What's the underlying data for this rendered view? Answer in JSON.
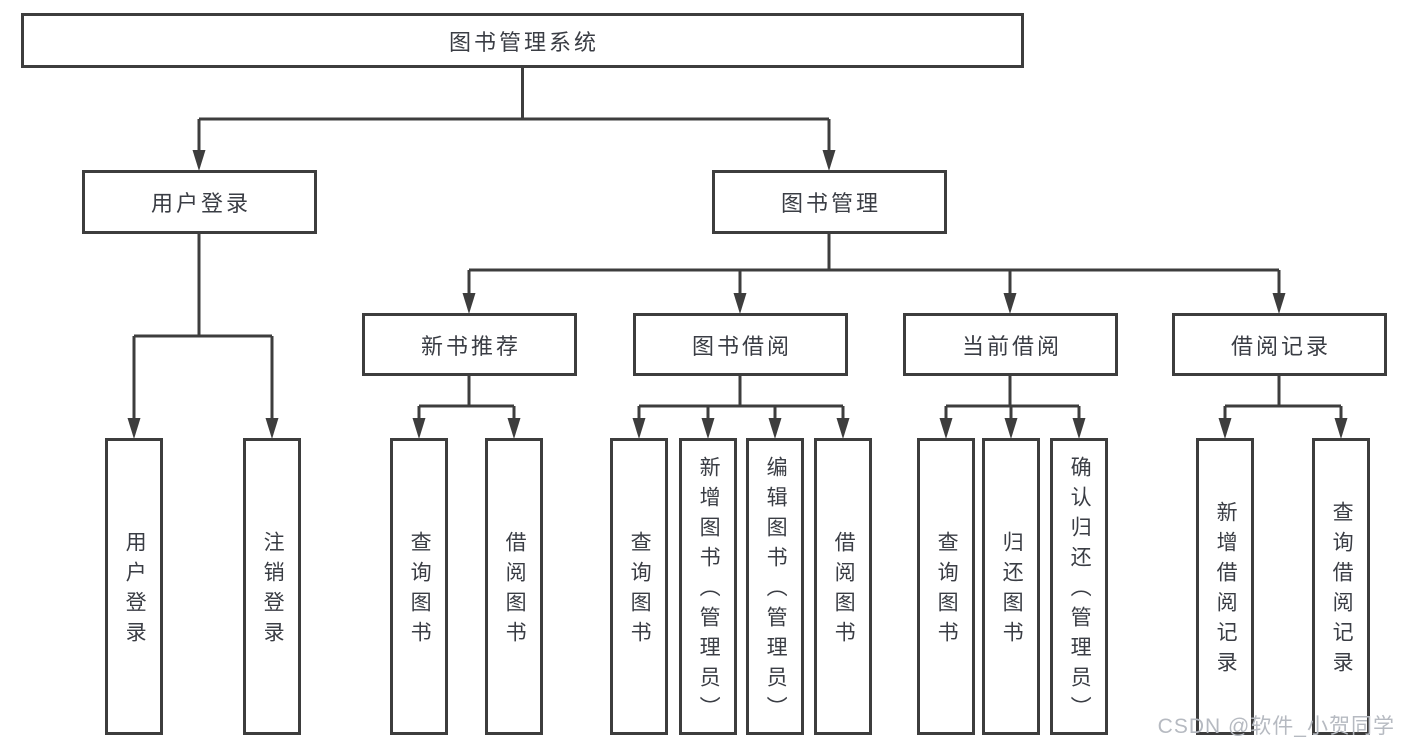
{
  "diagram_type": "hierarchy-tree",
  "tree": {
    "label": "图书管理系统",
    "children": [
      {
        "label": "用户登录",
        "children": [
          {
            "label": "用户登录"
          },
          {
            "label": "注销登录"
          }
        ]
      },
      {
        "label": "图书管理",
        "children": [
          {
            "label": "新书推荐",
            "children": [
              {
                "label": "查询图书"
              },
              {
                "label": "借阅图书"
              }
            ]
          },
          {
            "label": "图书借阅",
            "children": [
              {
                "label": "查询图书"
              },
              {
                "label": "新增图书（管理员）"
              },
              {
                "label": "编辑图书（管理员）"
              },
              {
                "label": "借阅图书"
              }
            ]
          },
          {
            "label": "当前借阅",
            "children": [
              {
                "label": "查询图书"
              },
              {
                "label": "归还图书"
              },
              {
                "label": "确认归还（管理员）"
              }
            ]
          },
          {
            "label": "借阅记录",
            "children": [
              {
                "label": "新增借阅记录"
              },
              {
                "label": "查询借阅记录"
              }
            ]
          }
        ]
      }
    ]
  },
  "watermark": {
    "text": "CSDN @软件_小贺同学"
  },
  "colors": {
    "line": "#3d3d3d",
    "text": "#3a3d44",
    "watermark": "#b6bac1",
    "background": "#ffffff"
  }
}
